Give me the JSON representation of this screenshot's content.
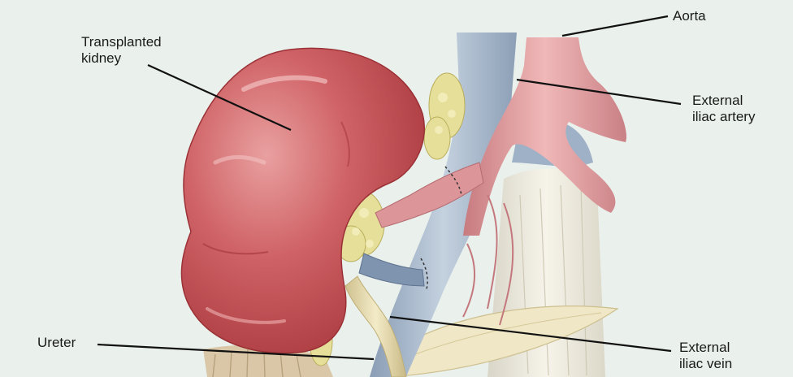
{
  "colors": {
    "background": "#eaf1ec",
    "kidney": "#c9585c",
    "kidney_highlight": "#e9a0a0",
    "artery": "#e4a0a2",
    "vein": "#a9b9cc",
    "ureter": "#e8dcb2",
    "fat": "#e6df9a",
    "muscle": "#efece1",
    "leader_line": "#111111"
  },
  "labels": {
    "transplanted_kidney": "Transplanted\nkidney",
    "aorta": "Aorta",
    "external_iliac_artery": "External\niliac artery",
    "ureter": "Ureter",
    "external_iliac_vein": "External\niliac vein"
  }
}
